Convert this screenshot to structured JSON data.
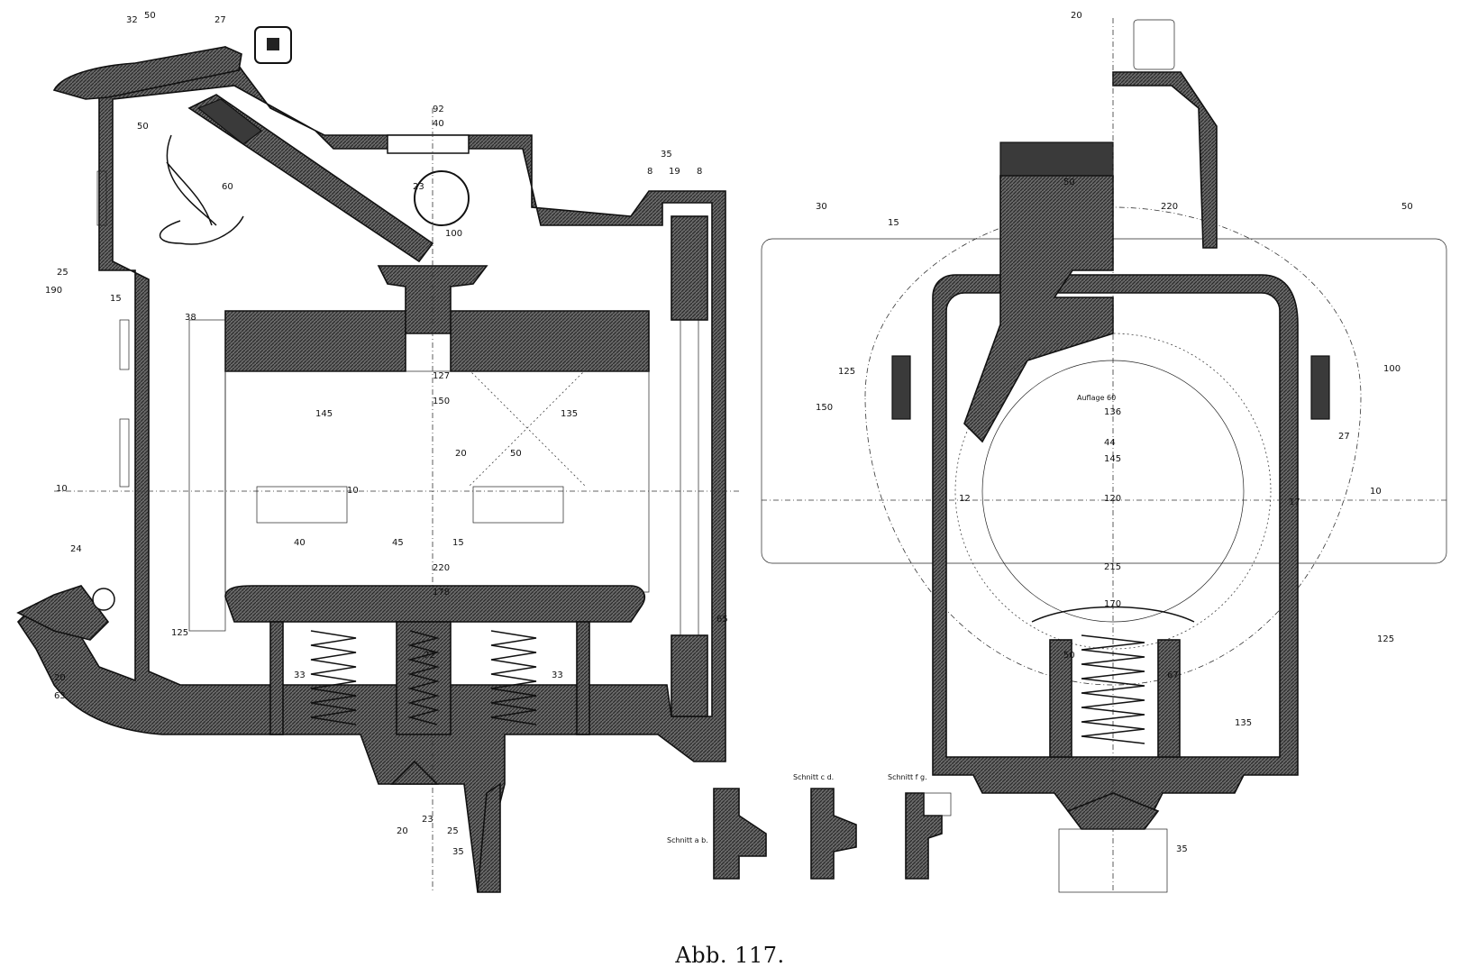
{
  "figure": {
    "caption": "Abb. 117.",
    "section_labels": [
      "Schnitt a b.",
      "Schnitt c d.",
      "Schnitt f g."
    ],
    "inner_labels": [
      "Auflage 60"
    ]
  },
  "dimensions": {
    "left_view": [
      "50",
      "32",
      "27",
      "92",
      "40",
      "35",
      "8",
      "19",
      "8",
      "50",
      "60",
      "100",
      "23",
      "190",
      "25",
      "15",
      "38",
      "145",
      "127",
      "150",
      "135",
      "20",
      "50",
      "10",
      "40",
      "45",
      "10",
      "15",
      "178",
      "220",
      "33",
      "72",
      "33",
      "125",
      "65",
      "24",
      "63",
      "20",
      "20",
      "23",
      "25",
      "35"
    ],
    "right_view": [
      "30",
      "50",
      "50",
      "20",
      "220",
      "15",
      "125",
      "150",
      "136",
      "145",
      "44",
      "120",
      "12",
      "215",
      "170",
      "50",
      "67",
      "100",
      "125",
      "135",
      "27",
      "17",
      "10",
      "35"
    ]
  }
}
